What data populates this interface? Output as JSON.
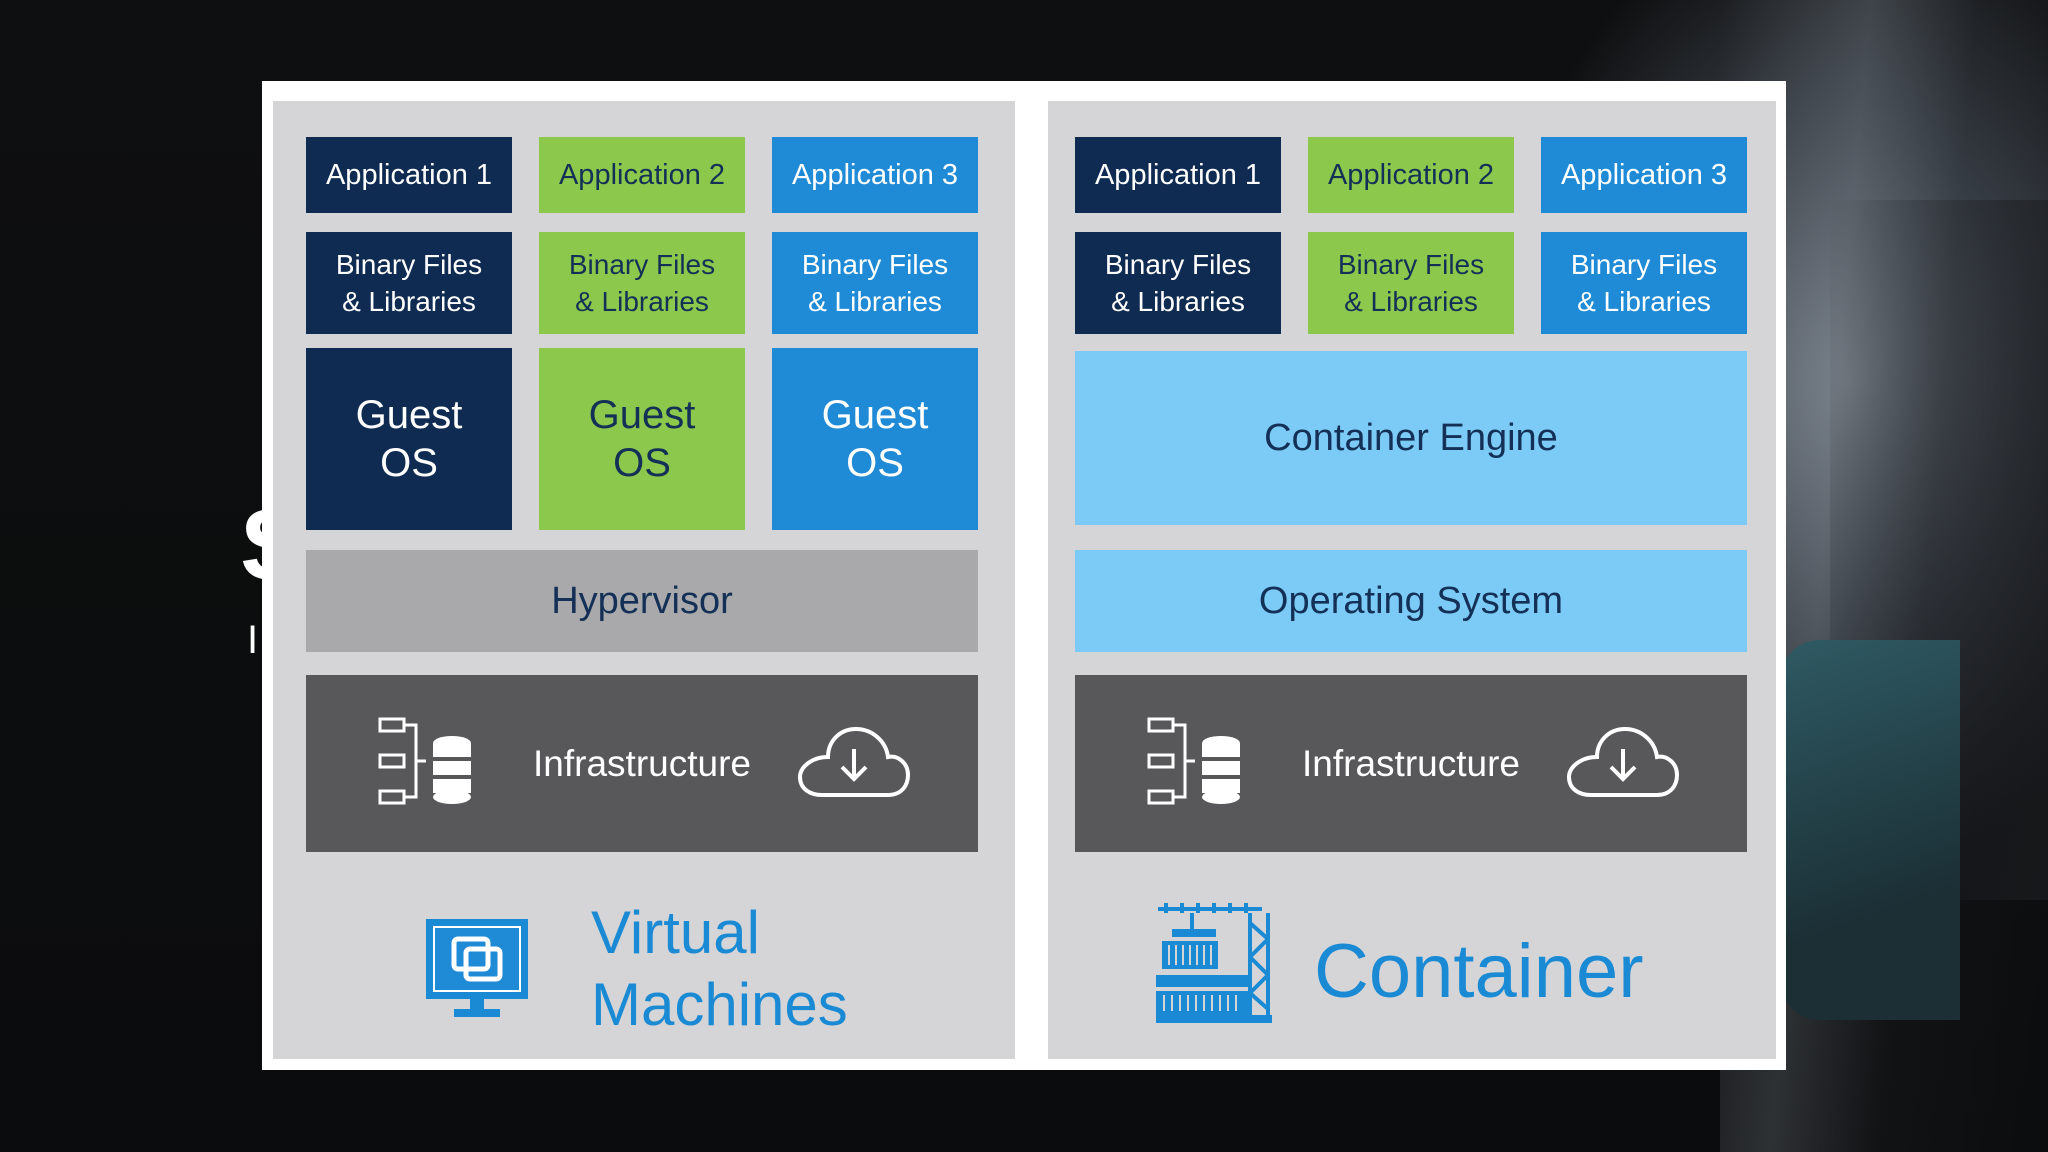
{
  "background": {
    "partial_heading": "S",
    "partial_subtext": "I"
  },
  "vm": {
    "applications": [
      "Application 1",
      "Application 2",
      "Application 3"
    ],
    "binaries": [
      {
        "line1": "Binary Files",
        "line2": "& Libraries"
      },
      {
        "line1": "Binary Files",
        "line2": "& Libraries"
      },
      {
        "line1": "Binary Files",
        "line2": "& Libraries"
      }
    ],
    "guest_os": [
      {
        "line1": "Guest",
        "line2": "OS"
      },
      {
        "line1": "Guest",
        "line2": "OS"
      },
      {
        "line1": "Guest",
        "line2": "OS"
      }
    ],
    "hypervisor": "Hypervisor",
    "infrastructure": "Infrastructure",
    "caption_line1": "Virtual",
    "caption_line2": "Machines"
  },
  "container": {
    "applications": [
      "Application 1",
      "Application 2",
      "Application 3"
    ],
    "binaries": [
      {
        "line1": "Binary Files",
        "line2": "& Libraries"
      },
      {
        "line1": "Binary Files",
        "line2": "& Libraries"
      },
      {
        "line1": "Binary Files",
        "line2": "& Libraries"
      }
    ],
    "engine": "Container Engine",
    "operating_system": "Operating System",
    "infrastructure": "Infrastructure",
    "caption": "Container"
  },
  "icons": {
    "server": "server-database-icon",
    "cloud": "cloud-download-icon",
    "vm": "virtual-machine-monitor-icon",
    "container": "container-crane-icon"
  },
  "colors": {
    "navy": "#0f2b51",
    "green": "#8cc84b",
    "blue": "#1f8ad6",
    "light_blue": "#7ccbf7",
    "hypervisor_gray": "#a9a9ab",
    "infrastructure_gray": "#58585a",
    "caption_blue": "#1a8ad4",
    "panel_gray": "#d5d5d7"
  }
}
